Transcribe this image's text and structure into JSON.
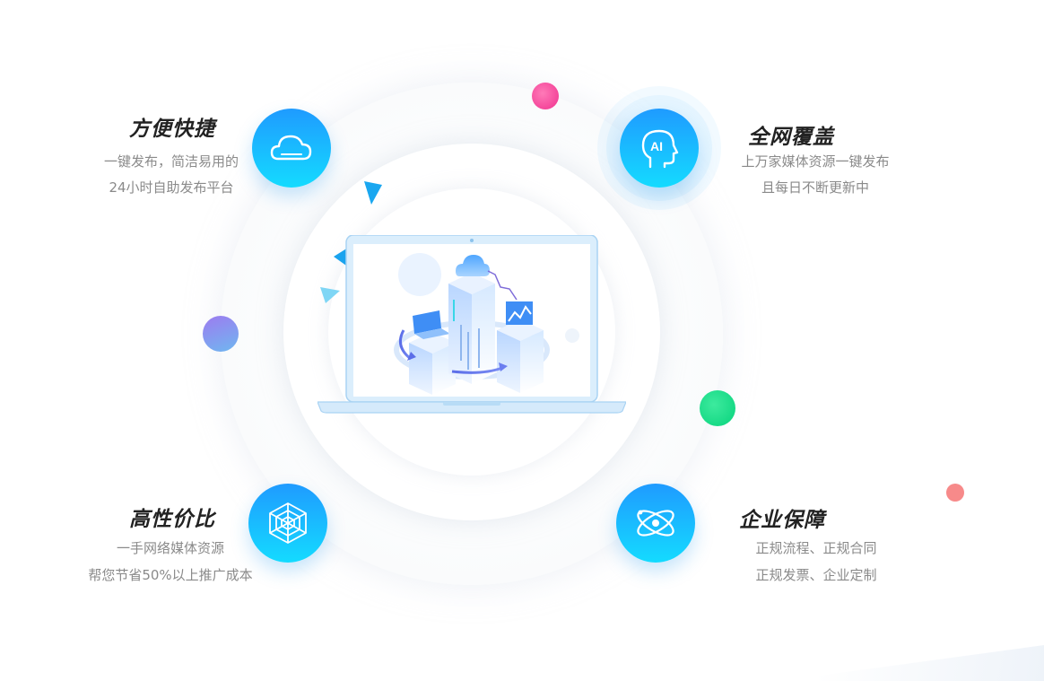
{
  "colors": {
    "icon_gradient_top": "#1f9bff",
    "icon_gradient_bottom": "#14dbff",
    "title": "#222222",
    "desc": "#8a8a8a",
    "dot_pink": "#f0318e",
    "dot_purple": "#9d7bf0",
    "dot_green": "#07d37c",
    "dot_salmon": "#f78a8a"
  },
  "features": [
    {
      "id": "convenient",
      "title": "方便快捷",
      "lines": [
        "一键发布，简洁易用的",
        "24小时自助发布平台"
      ],
      "icon": "cloud-icon"
    },
    {
      "id": "coverage",
      "title": "全网覆盖",
      "lines": [
        "上万家媒体资源一键发布",
        "且每日不断更新中"
      ],
      "icon": "ai-head-icon"
    },
    {
      "id": "value",
      "title": "高性价比",
      "lines": [
        "一手网络媒体资源",
        "帮您节省50%以上推广成本"
      ],
      "icon": "spider-web-icon"
    },
    {
      "id": "guarantee",
      "title": "企业保障",
      "lines": [
        "正规流程、正规合同",
        "正规发票、企业定制"
      ],
      "icon": "atom-icon"
    }
  ],
  "illustration": {
    "icon": "laptop-data-center-illustration"
  }
}
